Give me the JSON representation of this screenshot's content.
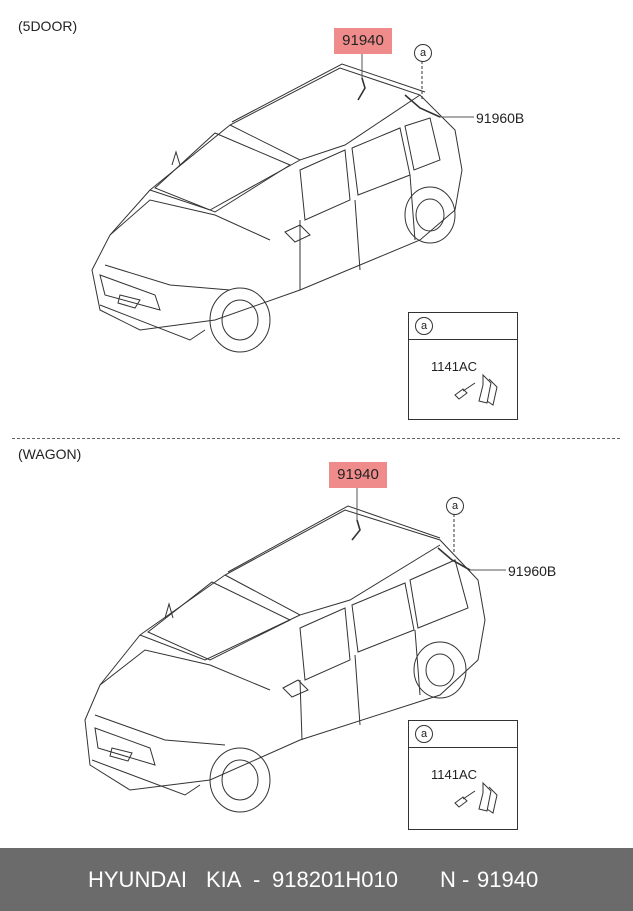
{
  "sections": [
    {
      "label": "(5DOOR)",
      "part_number": "91940",
      "callout_part": "91960B",
      "detail_marker": "a",
      "detail_code": "1141AC"
    },
    {
      "label": "(WAGON)",
      "part_number": "91940",
      "callout_part": "91960B",
      "detail_marker": "a",
      "detail_code": "1141AC"
    }
  ],
  "footer": {
    "brand": "HYUNDAI",
    "make": "KIA",
    "dash1": "-",
    "oem": "918201H010",
    "n_label": "N",
    "dash2": "-",
    "ref": "91940"
  },
  "colors": {
    "highlight": "#f08b8b",
    "footer_bg": "#6b6b6b"
  }
}
